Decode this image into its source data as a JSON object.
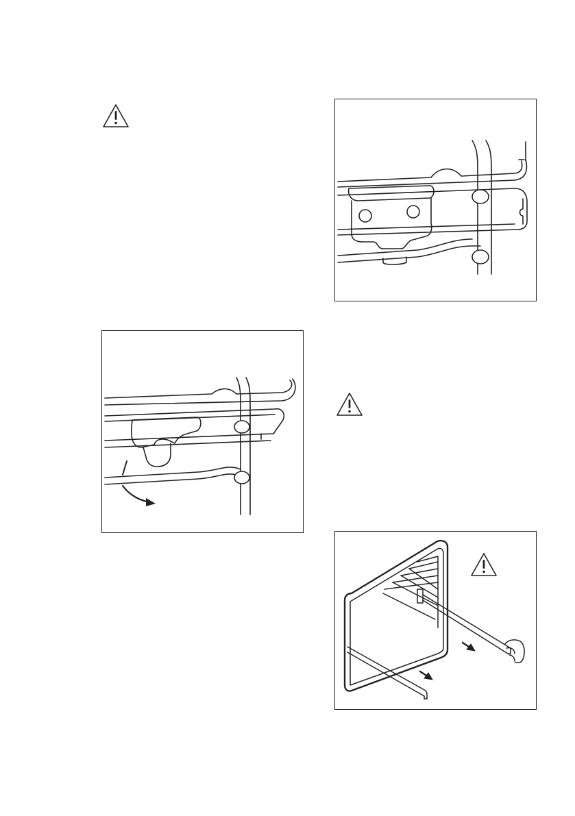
{
  "page": {
    "background": "#ffffff",
    "line_color": "#222222"
  },
  "icons": {
    "warning": "warning-triangle-icon",
    "arrow": "arrow-icon",
    "hand": "hand-icon"
  },
  "figures": [
    {
      "id": "figure-shelf-support-detail",
      "icons": [
        "shelf-rail",
        "support-pins"
      ]
    },
    {
      "id": "figure-rail-tilt-removal",
      "icons": [
        "curved-arrow-icon"
      ]
    },
    {
      "id": "figure-oven-rail-pull-out",
      "icons": [
        "warning-triangle-icon",
        "arrow-icon",
        "hand-icon"
      ]
    }
  ]
}
